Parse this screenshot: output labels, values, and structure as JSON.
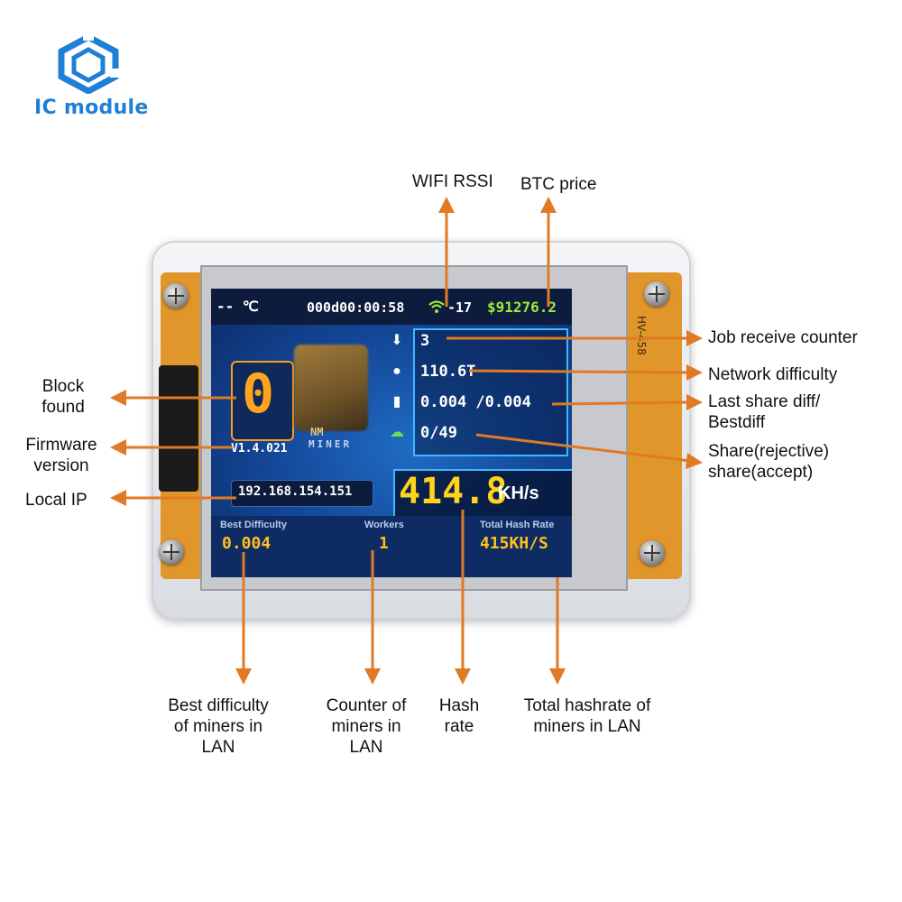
{
  "logo": {
    "text": "IC module",
    "color": "#1f7fd6"
  },
  "accent_color": "#e07a24",
  "callouts": {
    "wifi_rssi": "WIFI RSSI",
    "btc_price": "BTC price",
    "job_receive_counter": "Job receive counter",
    "network_difficulty": "Network difficulty",
    "last_share_diff_line1": "Last share diff/",
    "last_share_diff_line2": "Bestdiff",
    "share_line1": "Share(rejective)",
    "share_line2": "share(accept)",
    "block_found_line1": "Block",
    "block_found_line2": "found",
    "firmware_line1": "Firmware",
    "firmware_line2": "version",
    "local_ip": "Local IP",
    "best_difficulty_line1": "Best difficulty",
    "best_difficulty_line2": "of miners in",
    "best_difficulty_line3": "LAN",
    "counter_line1": "Counter of",
    "counter_line2": "miners in",
    "counter_line3": "LAN",
    "hash_rate_line1": "Hash",
    "hash_rate_line2": "rate",
    "total_hashrate_line1": "Total hashrate of",
    "total_hashrate_line2": "miners in LAN"
  },
  "screen": {
    "temperature": "-- ℃",
    "uptime": "000d00:00:58",
    "rssi": "-17",
    "btc_price": "$91276.2",
    "block_found": "0",
    "firmware": "V1.4.021",
    "brand": "NM",
    "miner_text": "MINER",
    "job_counter": "3",
    "network_difficulty": "110.6T",
    "share_diff": "0.004 /0.004",
    "shares": "0/49",
    "local_ip": "192.168.154.151",
    "hashrate": "414.8",
    "hashrate_unit": "KH/s",
    "best_difficulty_label": "Best Difficulty",
    "best_difficulty_value": "0.004",
    "workers_label": "Workers",
    "workers_value": "1",
    "total_hash_label": "Total Hash Rate",
    "total_hash_value": "415KH/S"
  },
  "board_marks": {
    "model": "HV-458"
  }
}
